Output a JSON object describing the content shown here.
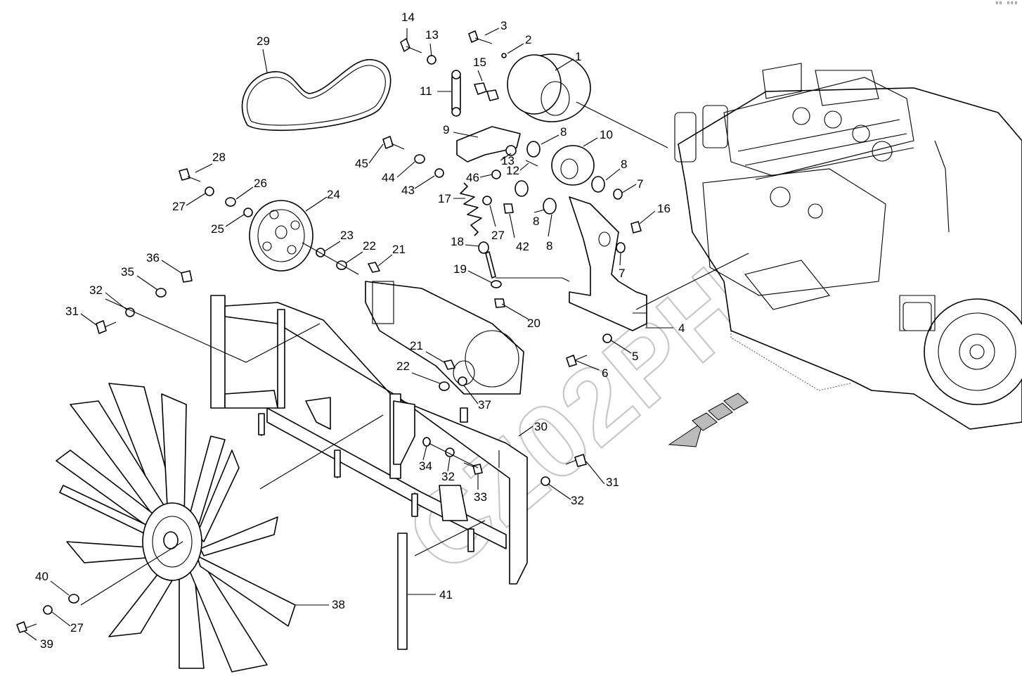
{
  "watermark": "CZ02PH",
  "corner_mark": "⁰⁰ ⁰⁰⁰",
  "callouts": [
    {
      "id": "c14a",
      "text": "14"
    },
    {
      "id": "c13a",
      "text": "13"
    },
    {
      "id": "c3",
      "text": "3"
    },
    {
      "id": "c2",
      "text": "2"
    },
    {
      "id": "c1",
      "text": "1"
    },
    {
      "id": "c15",
      "text": "15"
    },
    {
      "id": "c11",
      "text": "11"
    },
    {
      "id": "c29",
      "text": "29"
    },
    {
      "id": "c9",
      "text": "9"
    },
    {
      "id": "c8a",
      "text": "8"
    },
    {
      "id": "c10",
      "text": "10"
    },
    {
      "id": "c13b",
      "text": "13"
    },
    {
      "id": "c12",
      "text": "12"
    },
    {
      "id": "c8b",
      "text": "8"
    },
    {
      "id": "c7a",
      "text": "7"
    },
    {
      "id": "c45",
      "text": "45"
    },
    {
      "id": "c44",
      "text": "44"
    },
    {
      "id": "c43",
      "text": "43"
    },
    {
      "id": "c46",
      "text": "46"
    },
    {
      "id": "c28",
      "text": "28"
    },
    {
      "id": "c26",
      "text": "26"
    },
    {
      "id": "c27a",
      "text": "27"
    },
    {
      "id": "c25",
      "text": "25"
    },
    {
      "id": "c24",
      "text": "24"
    },
    {
      "id": "c17",
      "text": "17"
    },
    {
      "id": "c27b",
      "text": "27"
    },
    {
      "id": "c42",
      "text": "42"
    },
    {
      "id": "c8c",
      "text": "8"
    },
    {
      "id": "c8d",
      "text": "8"
    },
    {
      "id": "c16",
      "text": "16"
    },
    {
      "id": "c7b",
      "text": "7"
    },
    {
      "id": "c23",
      "text": "23"
    },
    {
      "id": "c22a",
      "text": "22"
    },
    {
      "id": "c21a",
      "text": "21"
    },
    {
      "id": "c18",
      "text": "18"
    },
    {
      "id": "c19",
      "text": "19"
    },
    {
      "id": "c20",
      "text": "20"
    },
    {
      "id": "c36",
      "text": "36"
    },
    {
      "id": "c35",
      "text": "35"
    },
    {
      "id": "c32a",
      "text": "32"
    },
    {
      "id": "c31a",
      "text": "31"
    },
    {
      "id": "c4",
      "text": "4"
    },
    {
      "id": "c5",
      "text": "5"
    },
    {
      "id": "c6",
      "text": "6"
    },
    {
      "id": "c21b",
      "text": "21"
    },
    {
      "id": "c22b",
      "text": "22"
    },
    {
      "id": "c37",
      "text": "37"
    },
    {
      "id": "c30",
      "text": "30"
    },
    {
      "id": "c34",
      "text": "34"
    },
    {
      "id": "c32b",
      "text": "32"
    },
    {
      "id": "c33",
      "text": "33"
    },
    {
      "id": "c31b",
      "text": "31"
    },
    {
      "id": "c32c",
      "text": "32"
    },
    {
      "id": "c41",
      "text": "41"
    },
    {
      "id": "c40",
      "text": "40"
    },
    {
      "id": "c38",
      "text": "38"
    },
    {
      "id": "c27c",
      "text": "27"
    },
    {
      "id": "c39",
      "text": "39"
    }
  ]
}
